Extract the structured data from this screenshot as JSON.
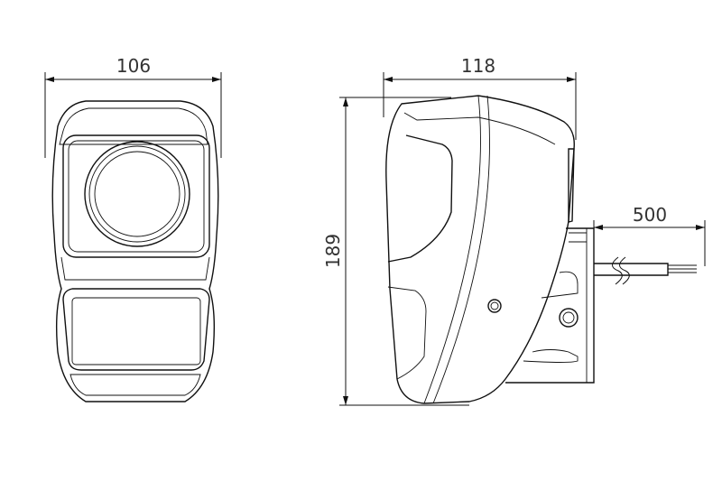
{
  "diagram": {
    "dimensions": {
      "width": "106",
      "depth": "118",
      "height": "189",
      "cable_length": "500"
    },
    "views": [
      "front-view",
      "side-view"
    ]
  }
}
